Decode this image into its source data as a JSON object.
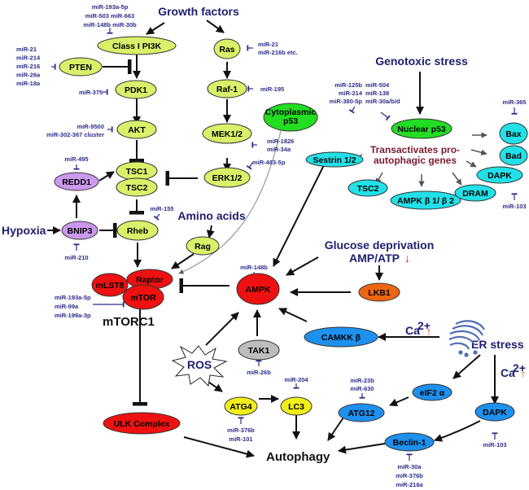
{
  "colors": {
    "lime": "#d9f06a",
    "violet": "#cc99ee",
    "red": "#ee1111",
    "green": "#22dd22",
    "cyan": "#22e0e8",
    "orange": "#ee6611",
    "blue": "#1e90ee",
    "yellow": "#f2ee1a",
    "grey": "#bdbdbd",
    "header": "#1f2070",
    "mirna": "#2b2d8a",
    "trans": "#7a1c2e",
    "up_down_arrow": "#e01010"
  },
  "headers": {
    "growth_factors": "Growth factors",
    "genotoxic_stress": "Genotoxic stress",
    "amino_acids": "Amino acids",
    "glucose_deprivation": "Glucose deprivation",
    "amp_atp": "AMP/ATP",
    "hypoxia": "Hypoxia",
    "er_stress": "ER stress",
    "ca_label": "Ca",
    "ca_superscript": "2+",
    "up_arrow": "↑",
    "down_arrow": "↓",
    "transactivates_line1": "Transactivates pro-",
    "transactivates_line2": "autophagic genes",
    "mtorc1": "mTORC1",
    "autophagy": "Autophagy",
    "ros": "ROS"
  },
  "nodes": {
    "pi3k": "Class  I  PI3K",
    "pten": "PTEN",
    "pdk1": "PDK1",
    "akt": "AKT",
    "tsc1": "TSC1",
    "tsc2": "TSC2",
    "redd1": "REDD1",
    "bnip3": "BNIP3",
    "rheb": "Rheb",
    "ras": "Ras",
    "raf1": "Raf-1",
    "mek": "MEK1/2",
    "erk": "ERK1/2",
    "rag": "Rag",
    "raptor": "Raptor",
    "mlst8": "mLST8",
    "mtor": "mTOR",
    "ulk": "ULK Complex",
    "cyto_p53_l1": "Cytoplasmic",
    "cyto_p53_l2": "p53",
    "nuclear_p53": "Nuclear p53",
    "sestrin": "Sestrin 1/2",
    "tsc2_target": "TSC2",
    "ampk_b": "AMPK β 1/ β 2",
    "dram": "DRAM",
    "dapk_p53": "DAPK",
    "bax": "Bax",
    "bad": "Bad",
    "ampk": "AMPK",
    "lkb1": "LKB1",
    "camkk": "CAMKK β",
    "tak1": "TAK1",
    "atg4": "ATG4",
    "lc3": "LC3",
    "eif2": "eIF2 α",
    "atg12": "ATG12",
    "dapk_er": "DAPK",
    "beclin": "Beclin-1"
  },
  "mirnas": {
    "pi3k": [
      "miR-193a-5p",
      "miR-503  miR-663",
      "miR-148b  miR-30b"
    ],
    "pten": [
      "miR-21",
      "miR-214",
      "miR-216",
      "miR-26a",
      "miR-18a"
    ],
    "pdk1": [
      "miR-375"
    ],
    "akt": [
      "miR-9500",
      "miR-302-367 cluster"
    ],
    "redd1": [
      "miR-495"
    ],
    "bnip3": [
      "miR-210"
    ],
    "rheb": [
      "miR-155"
    ],
    "mtor": [
      "miR-193a-5p",
      "miR-99a",
      "miR-199a-3p"
    ],
    "ras": [
      "miR-21",
      "miR-216b   etc."
    ],
    "raf1": [
      "miR-195"
    ],
    "mek": [
      "miR-1826",
      "miR-34a"
    ],
    "erk": [
      "miR-483-5p"
    ],
    "cyto_p53": [
      "miR-125b",
      "miR-214",
      "miR-380-5p"
    ],
    "nuclear_p53": [
      "miR-504",
      "miR-138",
      "miR-30a/b/d"
    ],
    "bax": [
      "miR-365"
    ],
    "dapk_p53": [
      "miR-103"
    ],
    "ampk": [
      "miR-148b"
    ],
    "tak1": [
      "miR-26b"
    ],
    "lc3": [
      "miR-204"
    ],
    "atg4": [
      "miR-376b",
      "miR-101"
    ],
    "atg12": [
      "miR-23b",
      "miR-630"
    ],
    "dapk_er": [
      "miR-103"
    ],
    "beclin": [
      "miR-30a",
      "miR-376b",
      "miR-216a"
    ]
  },
  "icons": {
    "er": "endoplasmic-reticulum-icon",
    "ros": "starburst-icon"
  }
}
